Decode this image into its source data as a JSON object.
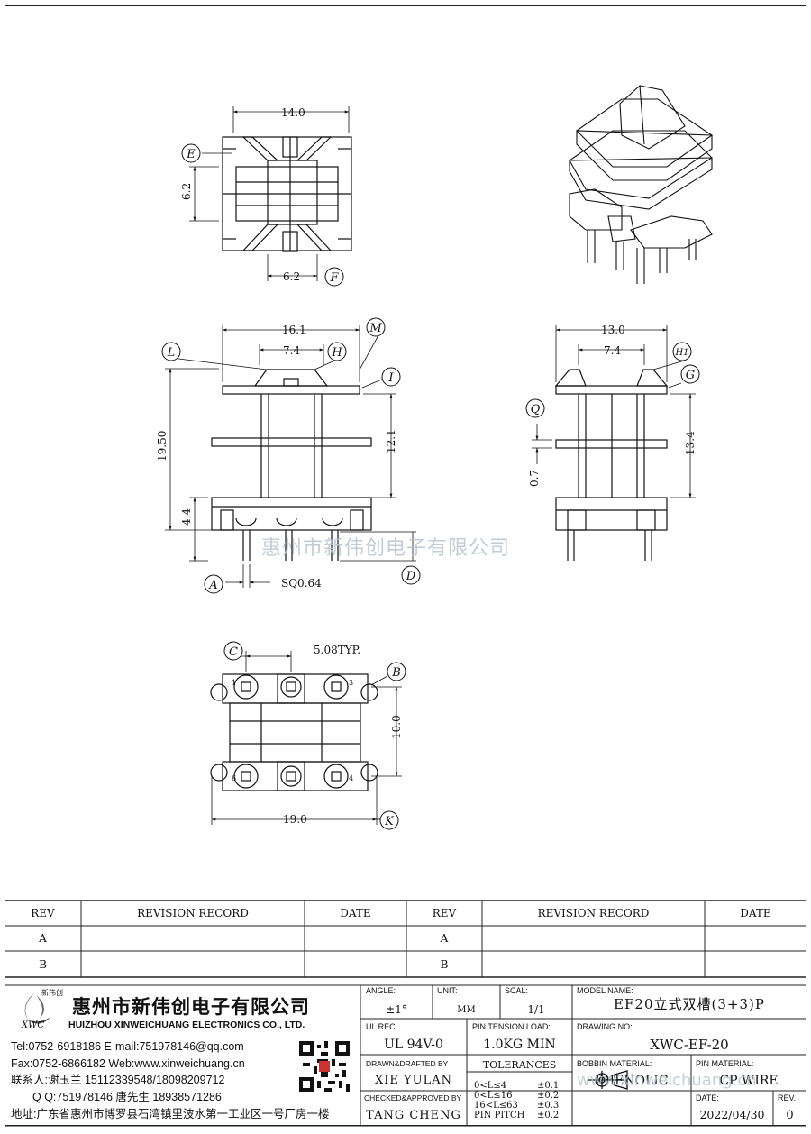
{
  "drawing": {
    "dims": {
      "top_width": "14.0",
      "top_height": "6.2",
      "top_inner": "6.2",
      "front_width": "16.1",
      "front_inner": "7.4",
      "front_height": "19.50",
      "front_window": "12.1",
      "front_base": "4.4",
      "pin_size": "SQ0.64",
      "side_width": "13.0",
      "side_inner": "7.4",
      "side_window": "13.4",
      "side_flange": "0.7",
      "pin_pitch": "5.08TYP.",
      "pin_row": "10.0",
      "bottom_width": "19.0"
    },
    "callouts": {
      "E": "E",
      "F": "F",
      "L": "L",
      "H": "H",
      "M": "M",
      "I": "I",
      "A": "A",
      "D": "D",
      "H1": "H1",
      "G": "G",
      "Q": "Q",
      "C": "C",
      "B": "B",
      "K": "K"
    },
    "pins": [
      "1",
      "3",
      "6",
      "4"
    ],
    "watermark": "惠州市新伟创电子有限公司"
  },
  "revision": {
    "headers": [
      "REV",
      "REVISION RECORD",
      "DATE",
      "REV",
      "REVISION RECORD",
      "DATE"
    ],
    "rows": [
      "A",
      "B"
    ]
  },
  "company": {
    "logo_text": "新伟创",
    "logo_sub": "XWC",
    "name_cn": "惠州市新伟创电子有限公司",
    "name_en": "HUIZHOU XINWEICHUANG ELECTRONICS CO., LTD.",
    "contact1": "Tel:0752-6918186 E-mail:751978146@qq.com",
    "contact2": "Fax:0752-6866182 Web:www.xinweichuang.cn",
    "contact3": "联系人:谢玉兰 15112339548/18098209712",
    "contact4": "Q Q:751978146   唐先生 18938571286",
    "address": "地址:广东省惠州市博罗县石湾镇里波水第一工业区一号厂房一楼"
  },
  "title_block": {
    "angle_label": "ANGLE:",
    "angle_value": "±1°",
    "unit_label": "UNIT:",
    "unit_value": "MM",
    "scale_label": "SCAL:",
    "scale_value": "1/1",
    "model_label": "MODEL NAME:",
    "model_value": "EF20立式双槽(3+3)P",
    "ul_label": "UL REC.",
    "ul_value": "UL 94V-0",
    "pin_tension_label": "PIN TENSION LOAD:",
    "pin_tension_value": "1.0KG MIN",
    "drawing_no_label": "DRAWING NO:",
    "drawing_no_value": "XWC-EF-20",
    "drawn_label": "DRAWN&DRAFTED BY",
    "drawn_value": "XIE YULAN",
    "tolerances_label": "TOLERANCES",
    "tol_rows": [
      {
        "range": "0<L≤4",
        "value": "±0.1"
      },
      {
        "range": "0<L≤16",
        "value": "±0.2"
      },
      {
        "range": "16<L≤63",
        "value": "±0.3"
      },
      {
        "range": "PIN PITCH",
        "value": "±0.2"
      }
    ],
    "bobbin_label": "BOBBIN MATERIAL:",
    "bobbin_value": "PHENOLIC",
    "pin_mat_label": "PIN MATERIAL:",
    "pin_mat_value": "CP WIRE",
    "checked_label": "CHECKED&APPROVED BY",
    "checked_value": "TANG CHENG",
    "date_label": "DATE:",
    "date_value": "2022/04/30",
    "rev_label": "REV.",
    "rev_value": "0",
    "watermark2": "www.xinweichuang.cn"
  }
}
